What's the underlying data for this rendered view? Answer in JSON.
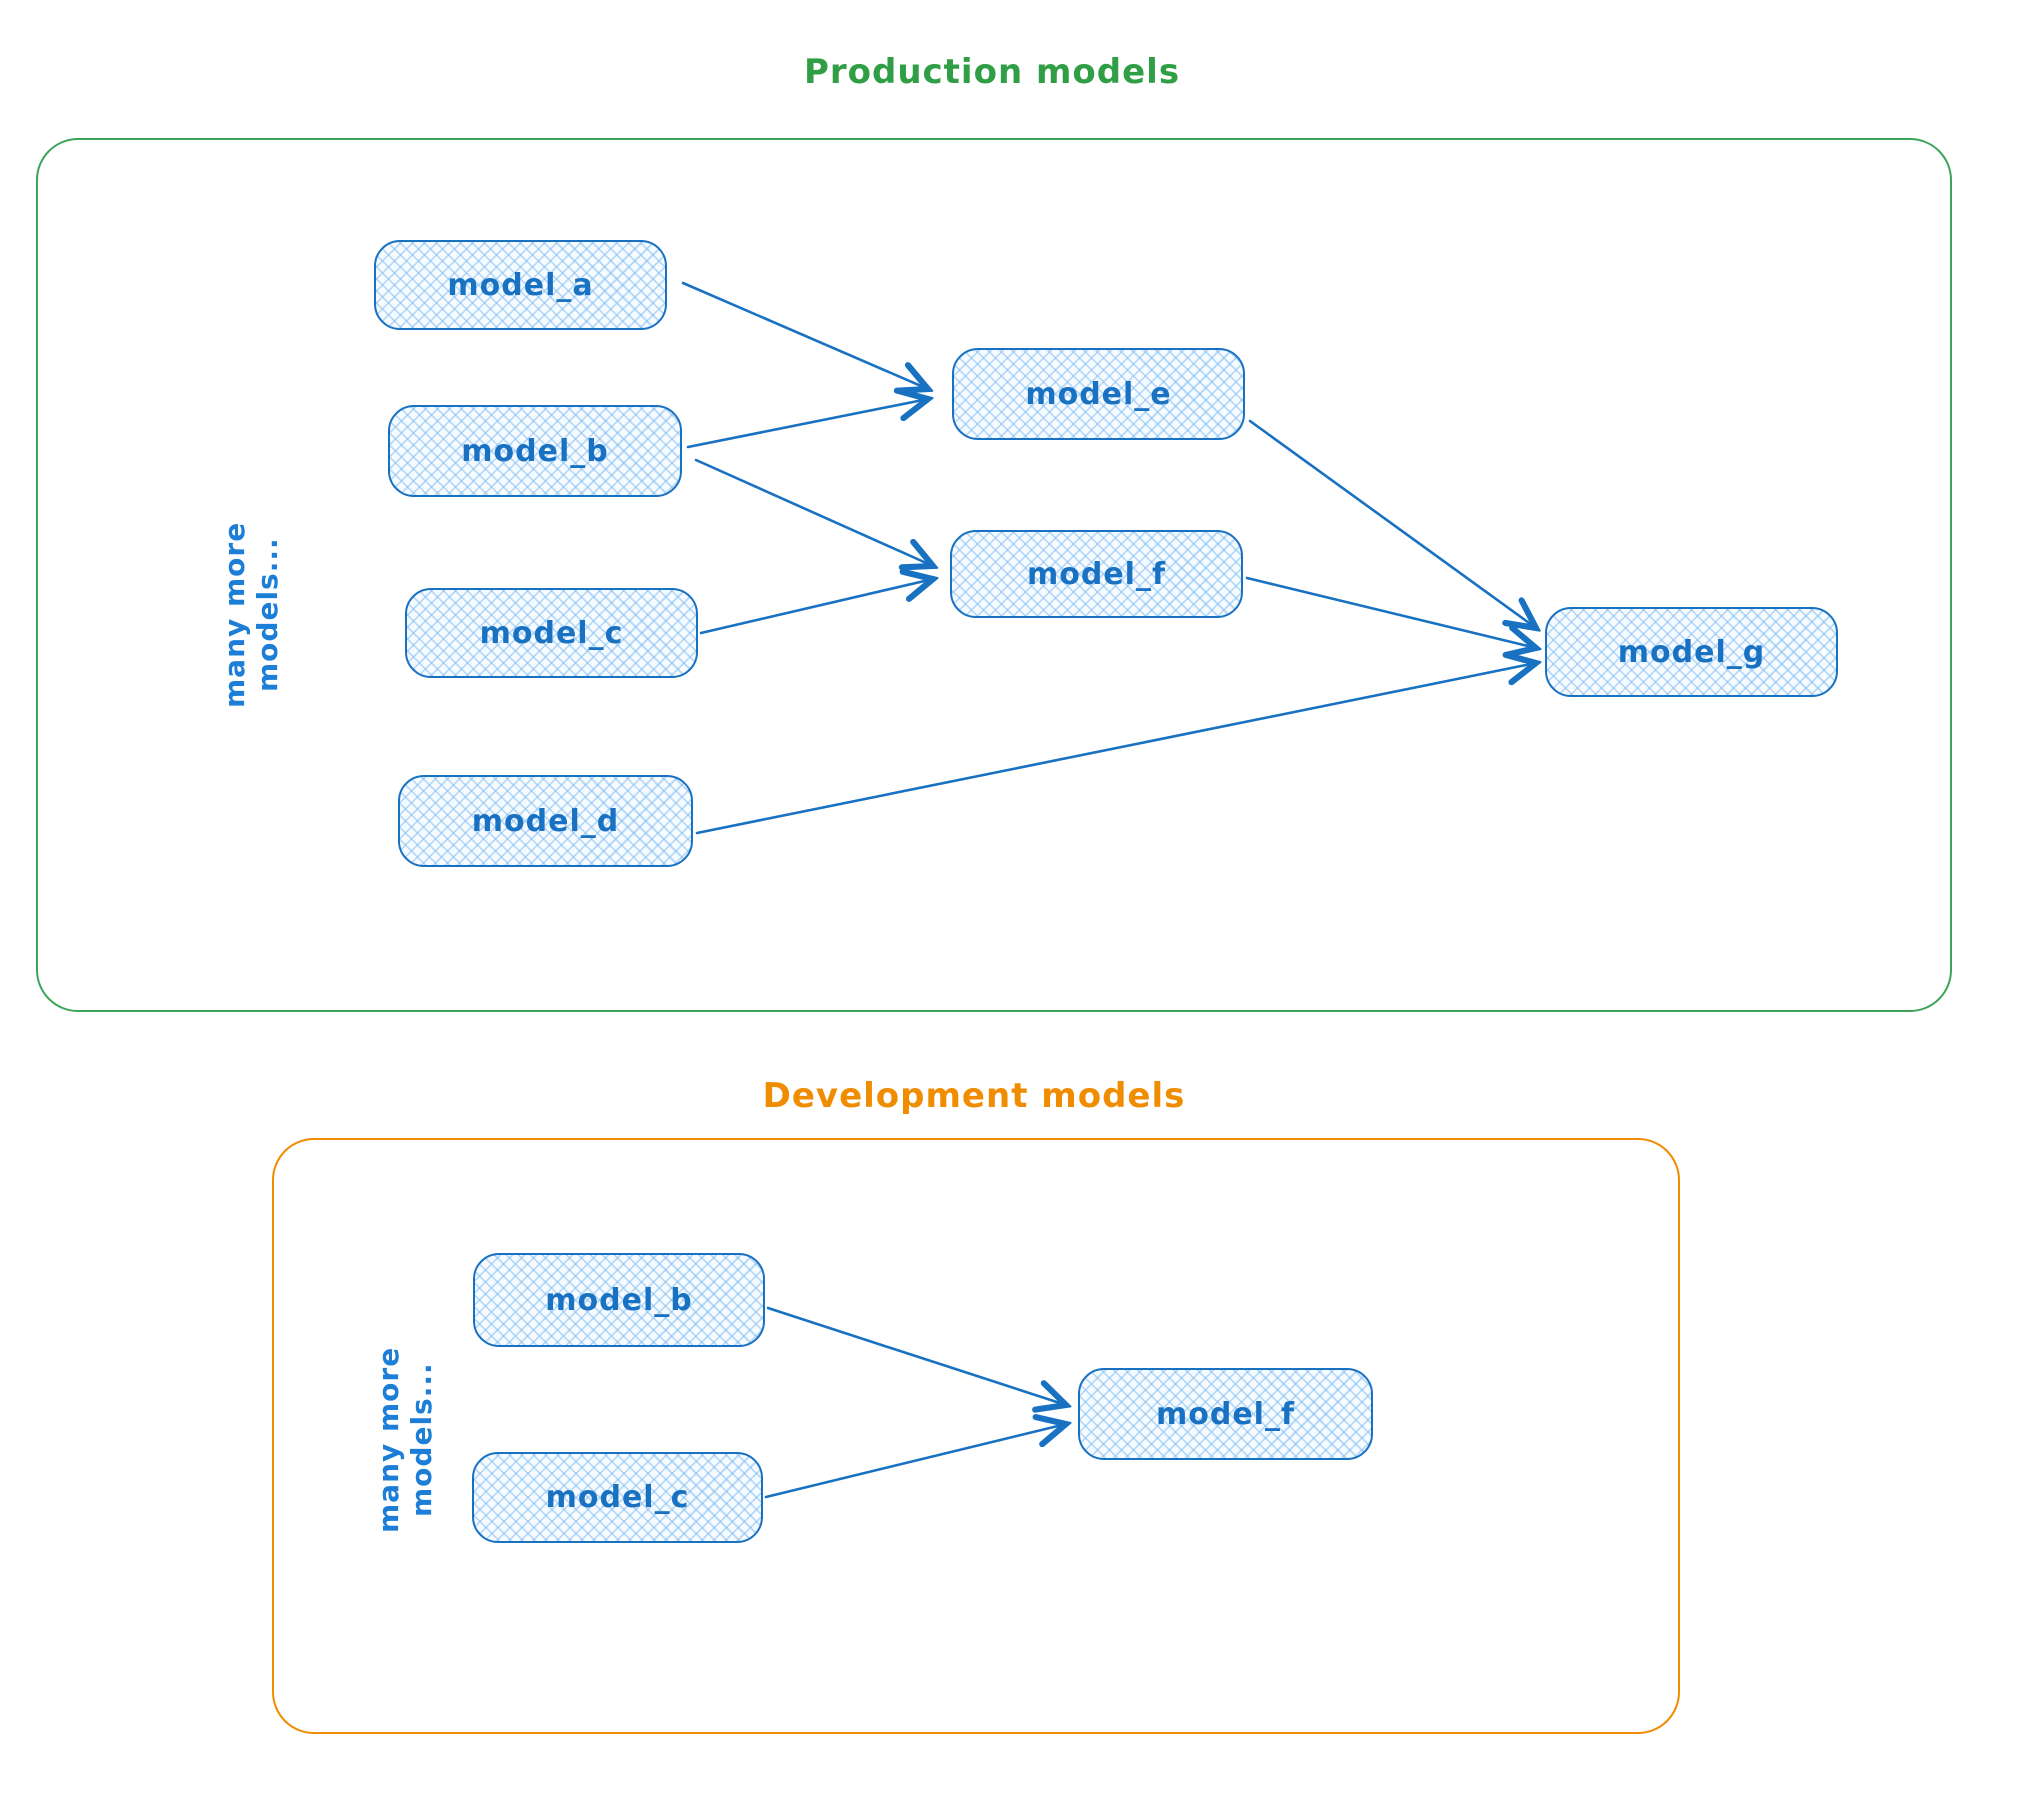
{
  "colors": {
    "node_stroke": "#1971c2",
    "node_fill_tint": "#d9ecfb",
    "node_text": "#1971c2",
    "production_accent": "#2f9e44",
    "development_accent": "#f08c00"
  },
  "production": {
    "title": "Production models",
    "side_label": "many more models...",
    "nodes": {
      "a": "model_a",
      "b": "model_b",
      "c": "model_c",
      "d": "model_d",
      "e": "model_e",
      "f": "model_f",
      "g": "model_g"
    },
    "edges": [
      "model_a -> model_e",
      "model_b -> model_e",
      "model_b -> model_f",
      "model_c -> model_f",
      "model_d -> model_g",
      "model_e -> model_g",
      "model_f -> model_g"
    ]
  },
  "development": {
    "title": "Development models",
    "side_label": "many more models...",
    "nodes": {
      "b": "model_b",
      "c": "model_c",
      "f": "model_f"
    },
    "edges": [
      "model_b -> model_f",
      "model_c -> model_f"
    ]
  }
}
